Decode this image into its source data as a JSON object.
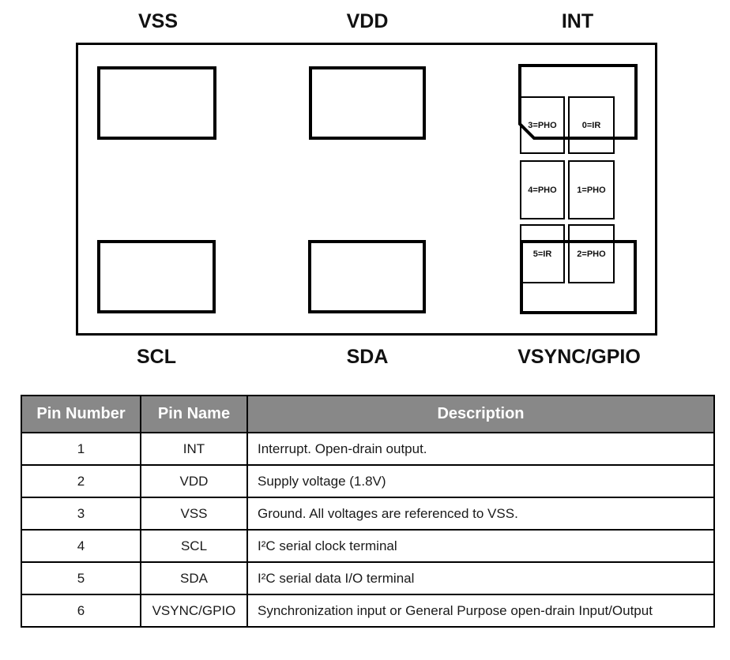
{
  "diagram": {
    "top_labels": [
      {
        "text": "VSS"
      },
      {
        "text": "VDD"
      },
      {
        "text": "INT"
      }
    ],
    "bottom_labels": [
      {
        "text": "SCL"
      },
      {
        "text": "SDA"
      },
      {
        "text": "VSYNC/GPIO"
      }
    ],
    "sensor_cells": [
      {
        "label": "3=PHO"
      },
      {
        "label": "0=IR"
      },
      {
        "label": "4=PHO"
      },
      {
        "label": "1=PHO"
      },
      {
        "label": "5=IR"
      },
      {
        "label": "2=PHO"
      }
    ]
  },
  "table": {
    "headers": [
      "Pin Number",
      "Pin Name",
      "Description"
    ],
    "rows": [
      {
        "number": "1",
        "name": "INT",
        "description": "Interrupt. Open-drain output."
      },
      {
        "number": "2",
        "name": "VDD",
        "description": "Supply voltage (1.8V)"
      },
      {
        "number": "3",
        "name": "VSS",
        "description": "Ground. All voltages are referenced to VSS."
      },
      {
        "number": "4",
        "name": "SCL",
        "description": "I²C serial clock terminal"
      },
      {
        "number": "5",
        "name": "SDA",
        "description": "I²C serial data I/O terminal"
      },
      {
        "number": "6",
        "name": "VSYNC/GPIO",
        "description": "Synchronization input or General Purpose open-drain Input/Output"
      }
    ]
  },
  "colors": {
    "header_bg": "#888888",
    "header_text": "#ffffff",
    "line": "#000000",
    "text": "#1a1a1a"
  }
}
